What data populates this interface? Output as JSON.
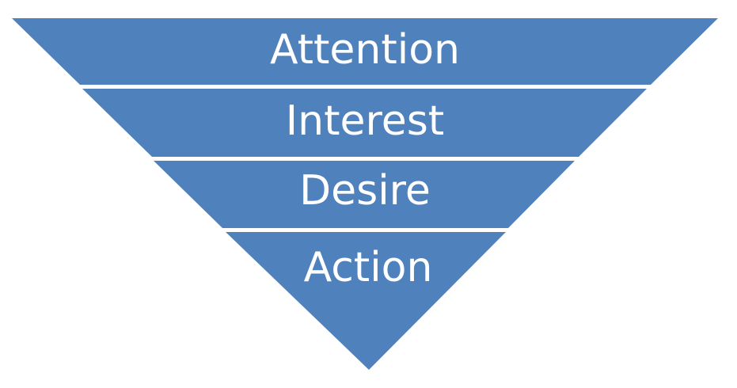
{
  "colors": {
    "fill": "#4f81bd",
    "background": "#ffffff"
  },
  "funnel": {
    "stages": [
      {
        "label": "Attention"
      },
      {
        "label": "Interest"
      },
      {
        "label": "Desire"
      },
      {
        "label": "Action"
      }
    ]
  }
}
